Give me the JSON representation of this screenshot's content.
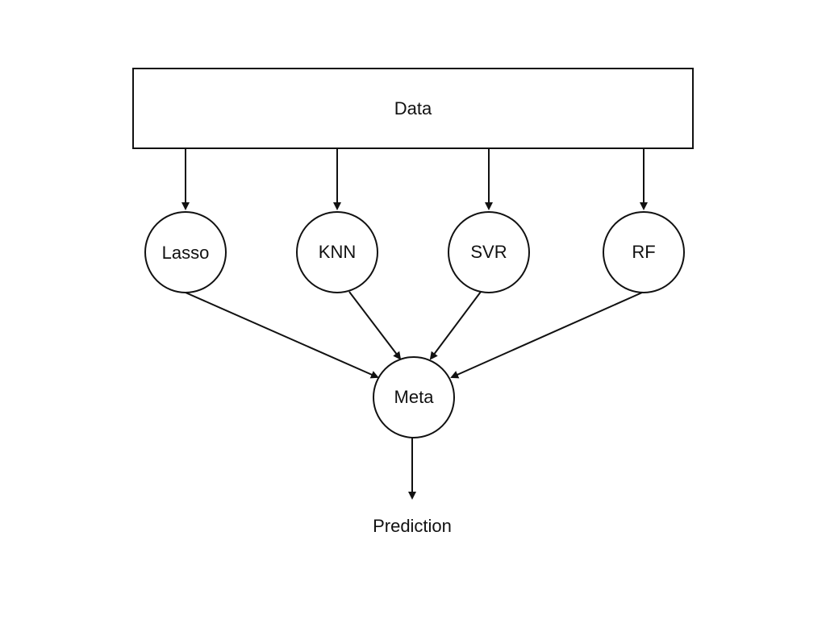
{
  "diagram": {
    "data_label": "Data",
    "models": [
      "Lasso",
      "KNN",
      "SVR",
      "RF"
    ],
    "meta_label": "Meta",
    "output_label": "Prediction"
  },
  "colors": {
    "stroke": "#111111",
    "background": "#ffffff"
  }
}
